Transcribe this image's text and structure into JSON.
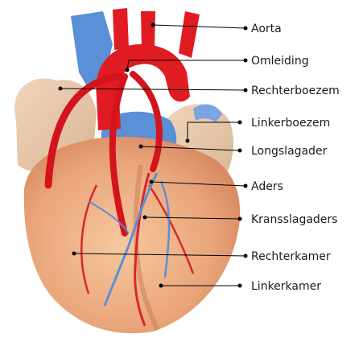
{
  "labels": [
    {
      "key": "aorta",
      "text": "Aorta"
    },
    {
      "key": "bypass",
      "text": "Omleiding"
    },
    {
      "key": "right-atrium",
      "text": "Rechterboezem"
    },
    {
      "key": "left-atrium",
      "text": "Linkerboezem"
    },
    {
      "key": "pulmonary-artery",
      "text": "Longslagader"
    },
    {
      "key": "veins",
      "text": "Aders"
    },
    {
      "key": "coronary-arteries",
      "text": "Kransslagaders"
    },
    {
      "key": "right-ventricle",
      "text": "Rechterkamer"
    },
    {
      "key": "left-ventricle",
      "text": "Linkerkamer"
    }
  ],
  "colors": {
    "heart_muscle": "#f1b98c",
    "artery_red": "#e01b22",
    "vein_blue": "#5b8fd6",
    "fat_tissue": "#e8c7a7",
    "label_line": "#000000"
  },
  "icon": "heart-bypass-illustration"
}
